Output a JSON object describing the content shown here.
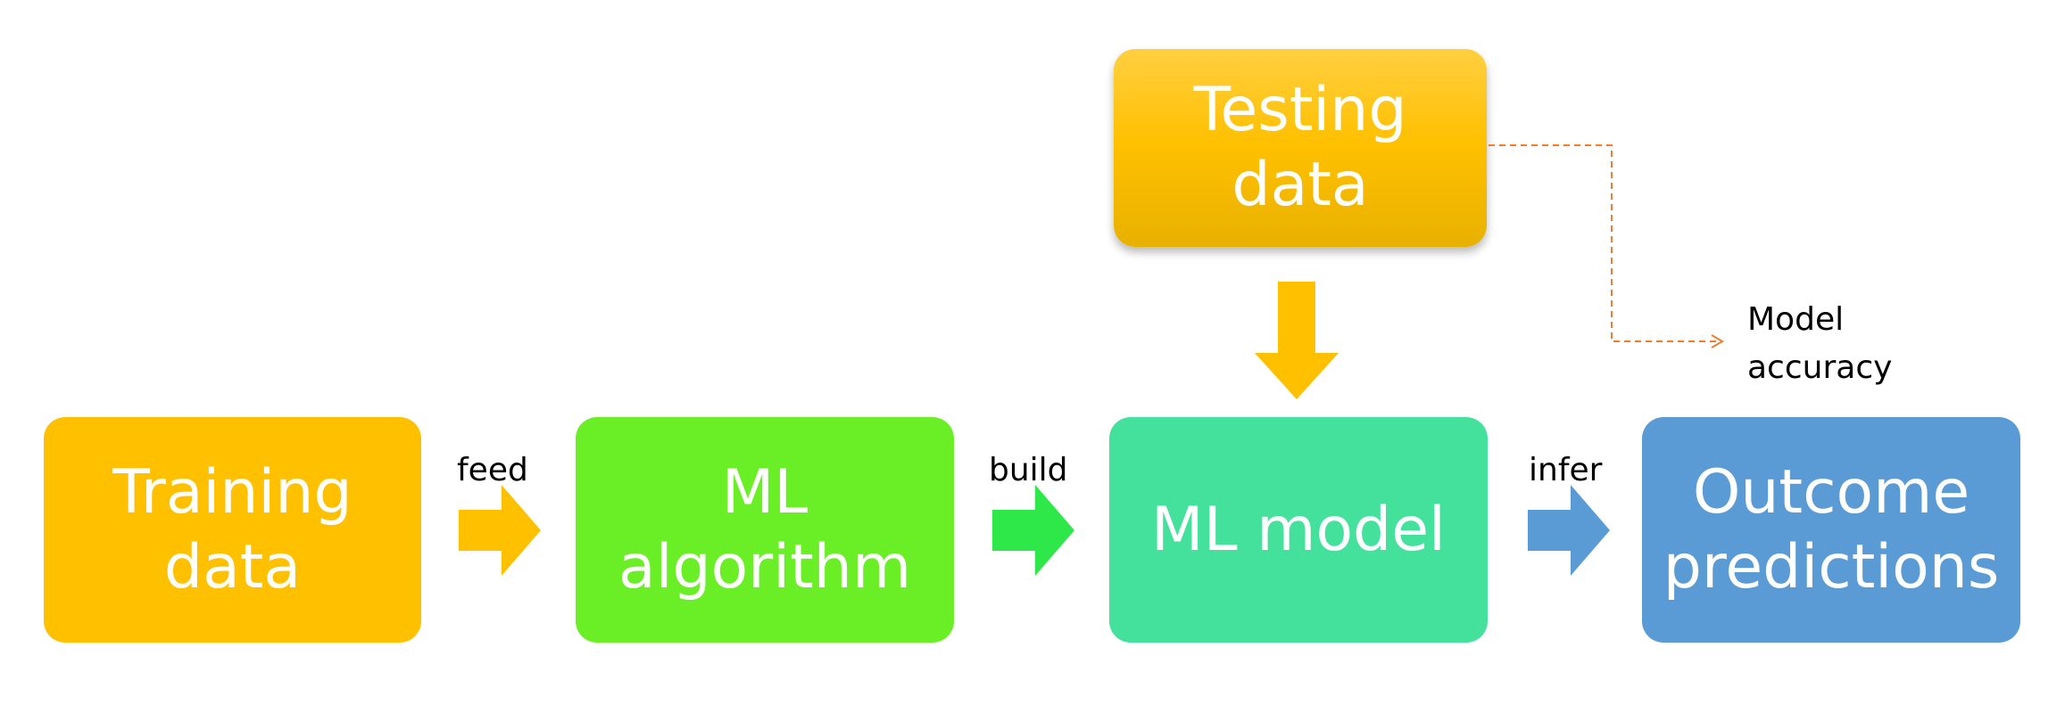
{
  "diagram": {
    "nodes": {
      "training": {
        "label": "Training\ndata",
        "color": "#ffc000"
      },
      "algorithm": {
        "label": "ML\nalgorithm",
        "color": "#6aee25"
      },
      "model": {
        "label": "ML model",
        "color": "#43e19b"
      },
      "outcome": {
        "label": "Outcome\npredictions",
        "color": "#5b9bd5"
      },
      "testing": {
        "label": "Testing\ndata",
        "color": "#ffc000"
      }
    },
    "edges": {
      "feed": {
        "label": "feed",
        "from": "training",
        "to": "algorithm",
        "color": "#ffc000"
      },
      "build": {
        "label": "build",
        "from": "algorithm",
        "to": "model",
        "color": "#2ee84a"
      },
      "infer": {
        "label": "infer",
        "from": "model",
        "to": "outcome",
        "color": "#5b9bd5"
      },
      "test": {
        "from": "testing",
        "to": "model",
        "color": "#ffc000"
      },
      "accuracy": {
        "label": "Model\naccuracy",
        "from": "testing",
        "style": "dashed",
        "color": "#ed7d31"
      }
    }
  }
}
